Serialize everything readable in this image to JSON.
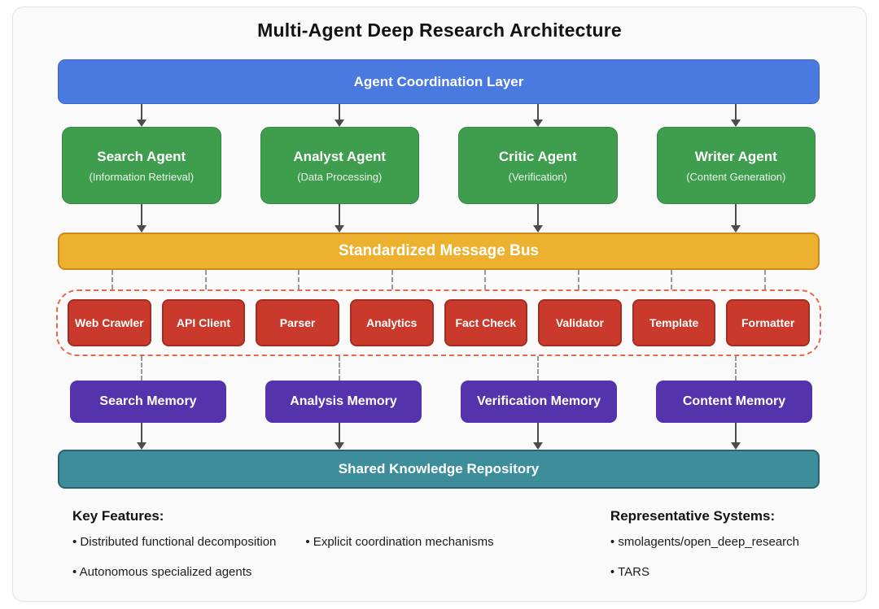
{
  "title": "Multi-Agent Deep Research Architecture",
  "coordination_layer": {
    "label": "Agent Coordination Layer"
  },
  "agents": [
    {
      "name": "Search Agent",
      "subtitle": "(Information Retrieval)"
    },
    {
      "name": "Analyst Agent",
      "subtitle": "(Data Processing)"
    },
    {
      "name": "Critic Agent",
      "subtitle": "(Verification)"
    },
    {
      "name": "Writer Agent",
      "subtitle": "(Content Generation)"
    }
  ],
  "message_bus": {
    "label": "Standardized Message Bus"
  },
  "tools": [
    "Web Crawler",
    "API Client",
    "Parser",
    "Analytics",
    "Fact Check",
    "Validator",
    "Template",
    "Formatter"
  ],
  "memories": [
    "Search Memory",
    "Analysis Memory",
    "Verification Memory",
    "Content Memory"
  ],
  "repository": {
    "label": "Shared Knowledge Repository"
  },
  "key_features": {
    "heading": "Key Features:",
    "items": [
      "• Distributed functional decomposition",
      "• Explicit coordination mechanisms",
      "• Autonomous specialized agents"
    ]
  },
  "representative_systems": {
    "heading": "Representative Systems:",
    "items": [
      "• smolagents/open_deep_research",
      "• TARS"
    ]
  },
  "colors": {
    "coordination_blue": "#4a79e0",
    "agent_green": "#3f9e4d",
    "bus_gold": "#ecb12f",
    "bus_gold_border": "#d0881c",
    "tool_red": "#c93a2c",
    "tool_red_border": "#a22d20",
    "tools_dashed_border": "#e8684a",
    "memory_purple": "#5533ad",
    "repository_teal": "#3d8d9b",
    "arrow_gray": "#4c4c4c",
    "connector_gray": "#999999",
    "panel_bg": "#fafafa"
  }
}
